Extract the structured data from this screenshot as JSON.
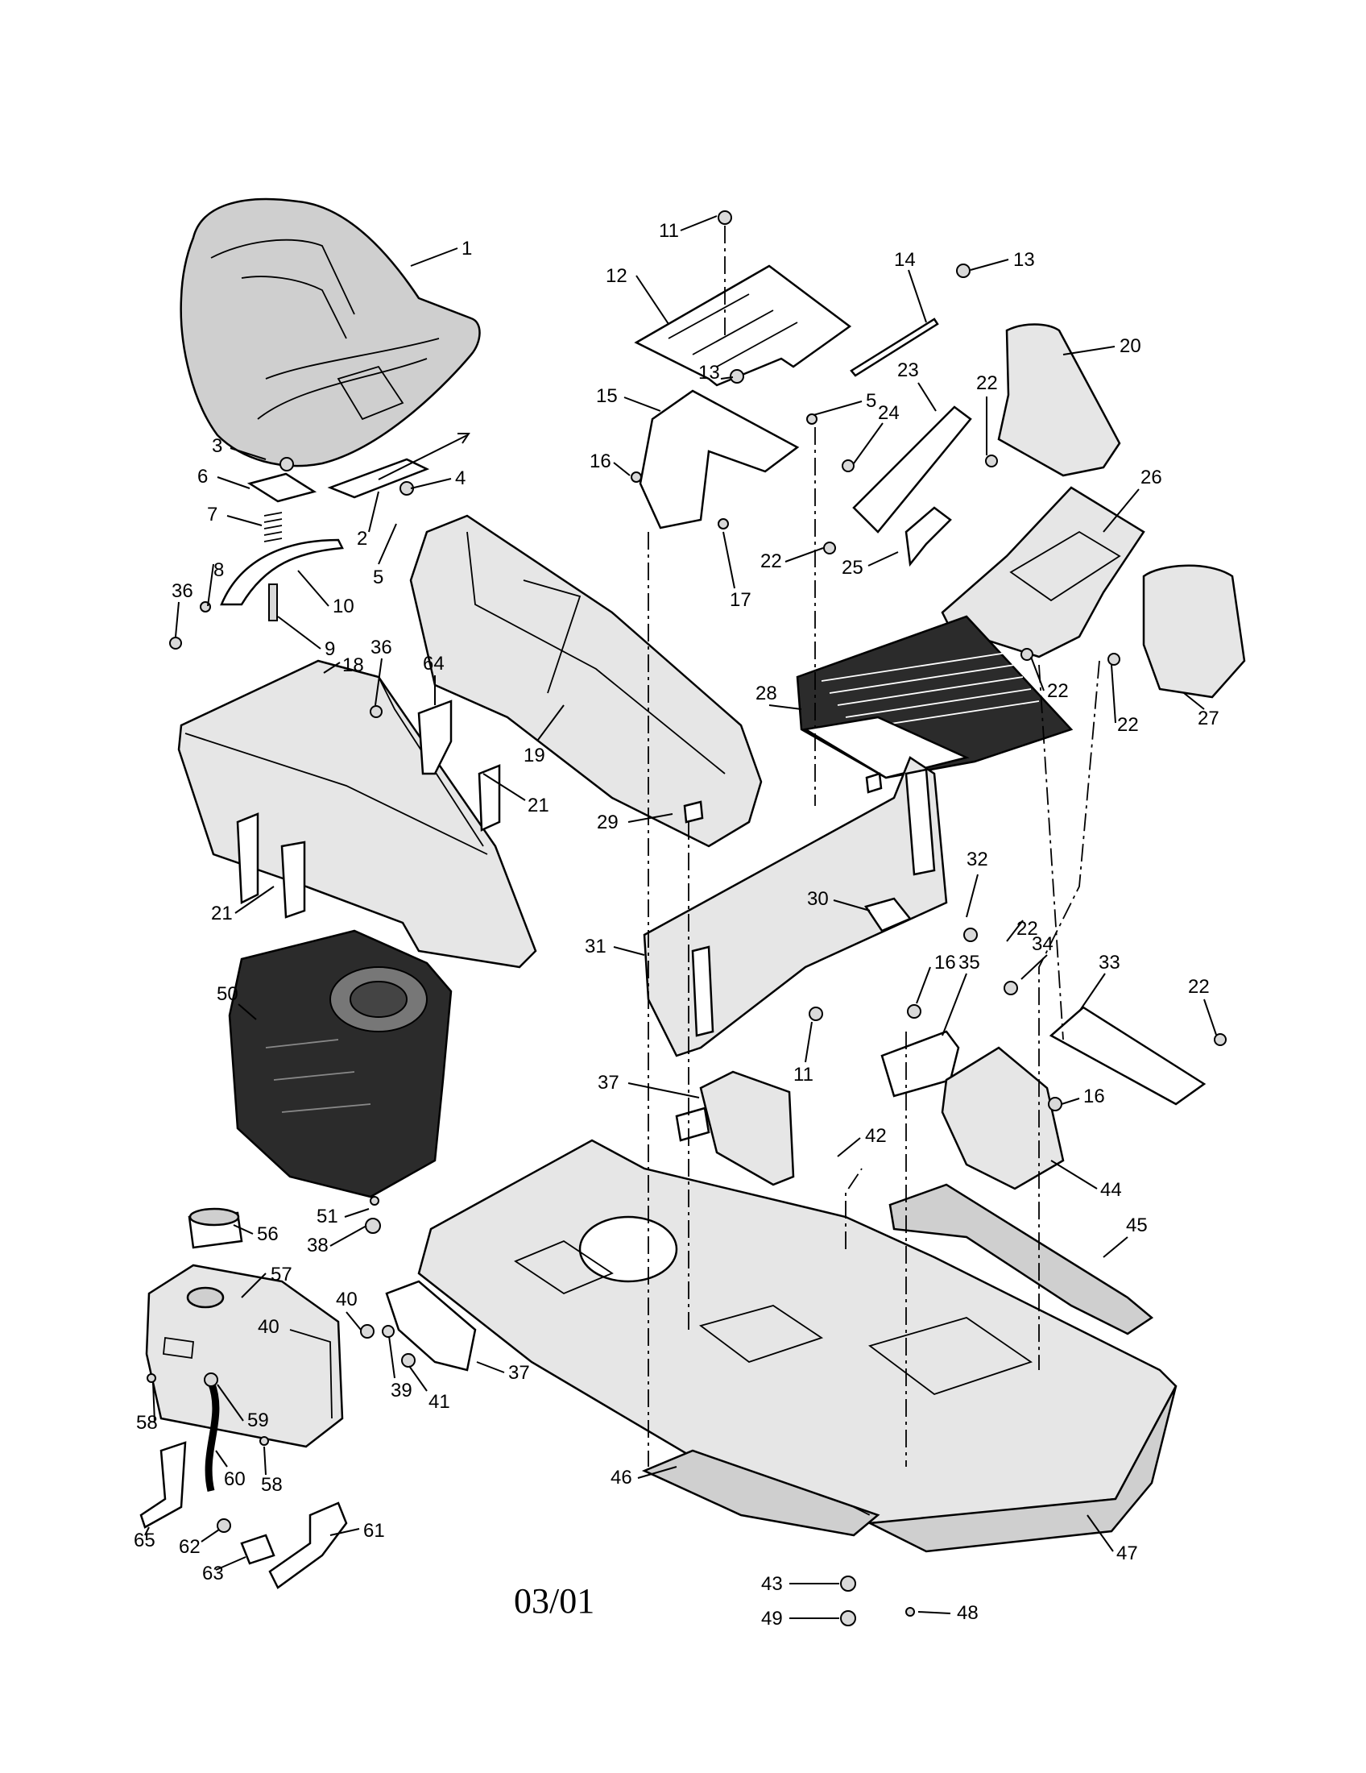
{
  "date_code": "03/01",
  "callouts": [
    {
      "id": "c1",
      "num": "1"
    },
    {
      "id": "c2",
      "num": "2"
    },
    {
      "id": "c3",
      "num": "3"
    },
    {
      "id": "c4",
      "num": "4"
    },
    {
      "id": "c5a",
      "num": "5"
    },
    {
      "id": "c5b",
      "num": "5"
    },
    {
      "id": "c6",
      "num": "6"
    },
    {
      "id": "c7",
      "num": "7"
    },
    {
      "id": "c8",
      "num": "8"
    },
    {
      "id": "c9",
      "num": "9"
    },
    {
      "id": "c10",
      "num": "10"
    },
    {
      "id": "c11a",
      "num": "11"
    },
    {
      "id": "c11b",
      "num": "11"
    },
    {
      "id": "c12",
      "num": "12"
    },
    {
      "id": "c13a",
      "num": "13"
    },
    {
      "id": "c13b",
      "num": "13"
    },
    {
      "id": "c14",
      "num": "14"
    },
    {
      "id": "c15",
      "num": "15"
    },
    {
      "id": "c16a",
      "num": "16"
    },
    {
      "id": "c16b",
      "num": "16"
    },
    {
      "id": "c16c",
      "num": "16"
    },
    {
      "id": "c17",
      "num": "17"
    },
    {
      "id": "c18",
      "num": "18"
    },
    {
      "id": "c19",
      "num": "19"
    },
    {
      "id": "c20",
      "num": "20"
    },
    {
      "id": "c21a",
      "num": "21"
    },
    {
      "id": "c21b",
      "num": "21"
    },
    {
      "id": "c22a",
      "num": "22"
    },
    {
      "id": "c22b",
      "num": "22"
    },
    {
      "id": "c22c",
      "num": "22"
    },
    {
      "id": "c22d",
      "num": "22"
    },
    {
      "id": "c22e",
      "num": "22"
    },
    {
      "id": "c22f",
      "num": "22"
    },
    {
      "id": "c23",
      "num": "23"
    },
    {
      "id": "c24",
      "num": "24"
    },
    {
      "id": "c25",
      "num": "25"
    },
    {
      "id": "c26",
      "num": "26"
    },
    {
      "id": "c27",
      "num": "27"
    },
    {
      "id": "c28",
      "num": "28"
    },
    {
      "id": "c29",
      "num": "29"
    },
    {
      "id": "c30",
      "num": "30"
    },
    {
      "id": "c31",
      "num": "31"
    },
    {
      "id": "c32",
      "num": "32"
    },
    {
      "id": "c33",
      "num": "33"
    },
    {
      "id": "c34",
      "num": "34"
    },
    {
      "id": "c35",
      "num": "35"
    },
    {
      "id": "c36a",
      "num": "36"
    },
    {
      "id": "c36b",
      "num": "36"
    },
    {
      "id": "c37a",
      "num": "37"
    },
    {
      "id": "c37b",
      "num": "37"
    },
    {
      "id": "c38",
      "num": "38"
    },
    {
      "id": "c39",
      "num": "39"
    },
    {
      "id": "c40a",
      "num": "40"
    },
    {
      "id": "c40b",
      "num": "40"
    },
    {
      "id": "c41",
      "num": "41"
    },
    {
      "id": "c42",
      "num": "42"
    },
    {
      "id": "c43",
      "num": "43"
    },
    {
      "id": "c44",
      "num": "44"
    },
    {
      "id": "c45",
      "num": "45"
    },
    {
      "id": "c46",
      "num": "46"
    },
    {
      "id": "c47",
      "num": "47"
    },
    {
      "id": "c48",
      "num": "48"
    },
    {
      "id": "c49",
      "num": "49"
    },
    {
      "id": "c50",
      "num": "50"
    },
    {
      "id": "c51",
      "num": "51"
    },
    {
      "id": "c56",
      "num": "56"
    },
    {
      "id": "c57",
      "num": "57"
    },
    {
      "id": "c58a",
      "num": "58"
    },
    {
      "id": "c58b",
      "num": "58"
    },
    {
      "id": "c59",
      "num": "59"
    },
    {
      "id": "c60",
      "num": "60"
    },
    {
      "id": "c61",
      "num": "61"
    },
    {
      "id": "c62",
      "num": "62"
    },
    {
      "id": "c63",
      "num": "63"
    },
    {
      "id": "c64",
      "num": "64"
    },
    {
      "id": "c65",
      "num": "65"
    }
  ]
}
